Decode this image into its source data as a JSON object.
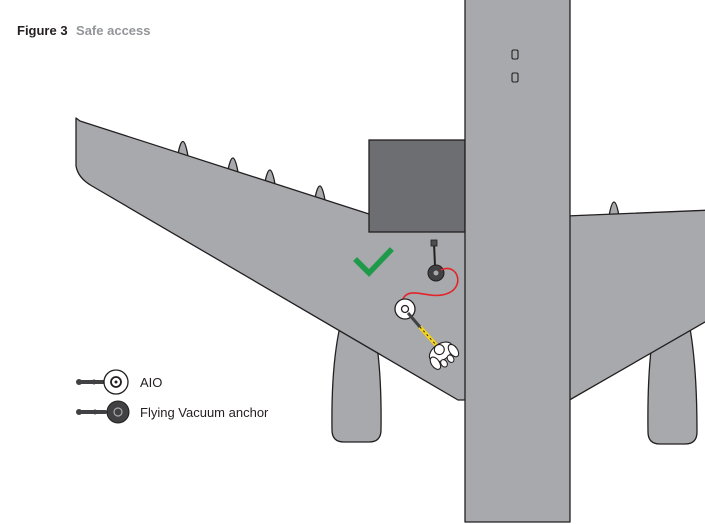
{
  "figure": {
    "label": "Figure 3",
    "title": "Safe access"
  },
  "legend": [
    {
      "icon": "aio-icon",
      "label": "AIO"
    },
    {
      "icon": "flying-vacuum-anchor-icon",
      "label": "Flying Vacuum anchor"
    }
  ],
  "colors": {
    "aircraft": "#a7a9ac",
    "outline": "#231f20",
    "dark_panel": "#6d6e71",
    "safe_check": "#1e9a4a",
    "lifeline": "#e3242b",
    "lanyard": "#f2d21c",
    "title_accent": "#939598"
  }
}
